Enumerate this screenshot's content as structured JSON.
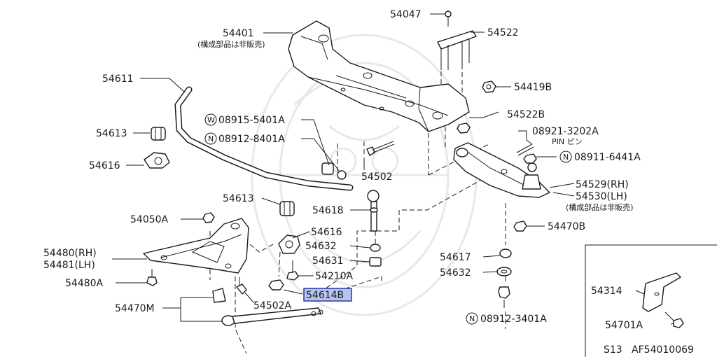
{
  "labels": {
    "p54047": "54047",
    "p54522": "54522",
    "p54401": "54401",
    "p54401_note": "(構成部品は非販売)",
    "p54611": "54611",
    "p54419B": "54419B",
    "p54522B": "54522B",
    "p08915": "08915-5401A",
    "p08912_8401": "08912-8401A",
    "p08921": "08921-3202A",
    "p08921_pin": "PIN ピン",
    "p08911": "08911-6441A",
    "p54613_a": "54613",
    "p54616_a": "54616",
    "p54502": "54502",
    "p54529": "54529(RH)",
    "p54530": "54530(LH)",
    "p54530_note": "(構成部品は非販売)",
    "p54613_b": "54613",
    "p54618": "54618",
    "p54050A": "54050A",
    "p54616_b": "54616",
    "p54470B": "54470B",
    "p54632_a": "54632",
    "p54480": "54480(RH)",
    "p54481": "54481(LH)",
    "p54631": "54631",
    "p54617": "54617",
    "p54210A": "54210A",
    "p54632_b": "54632",
    "p54480A": "54480A",
    "p54614B": "54614B",
    "p54314": "54314",
    "p54470M": "54470M",
    "p54502A": "54502A",
    "p08912_3401": "08912-3401A",
    "p54701A": "54701A",
    "footer": "S13   AF54010069",
    "mark_w": "W",
    "mark_n": "N"
  },
  "colors": {
    "line": "#1a1a1a",
    "highlight_fill": "#b8c4f0",
    "highlight_stroke": "#2a3a9a",
    "watermark": "#e8e8e8"
  }
}
